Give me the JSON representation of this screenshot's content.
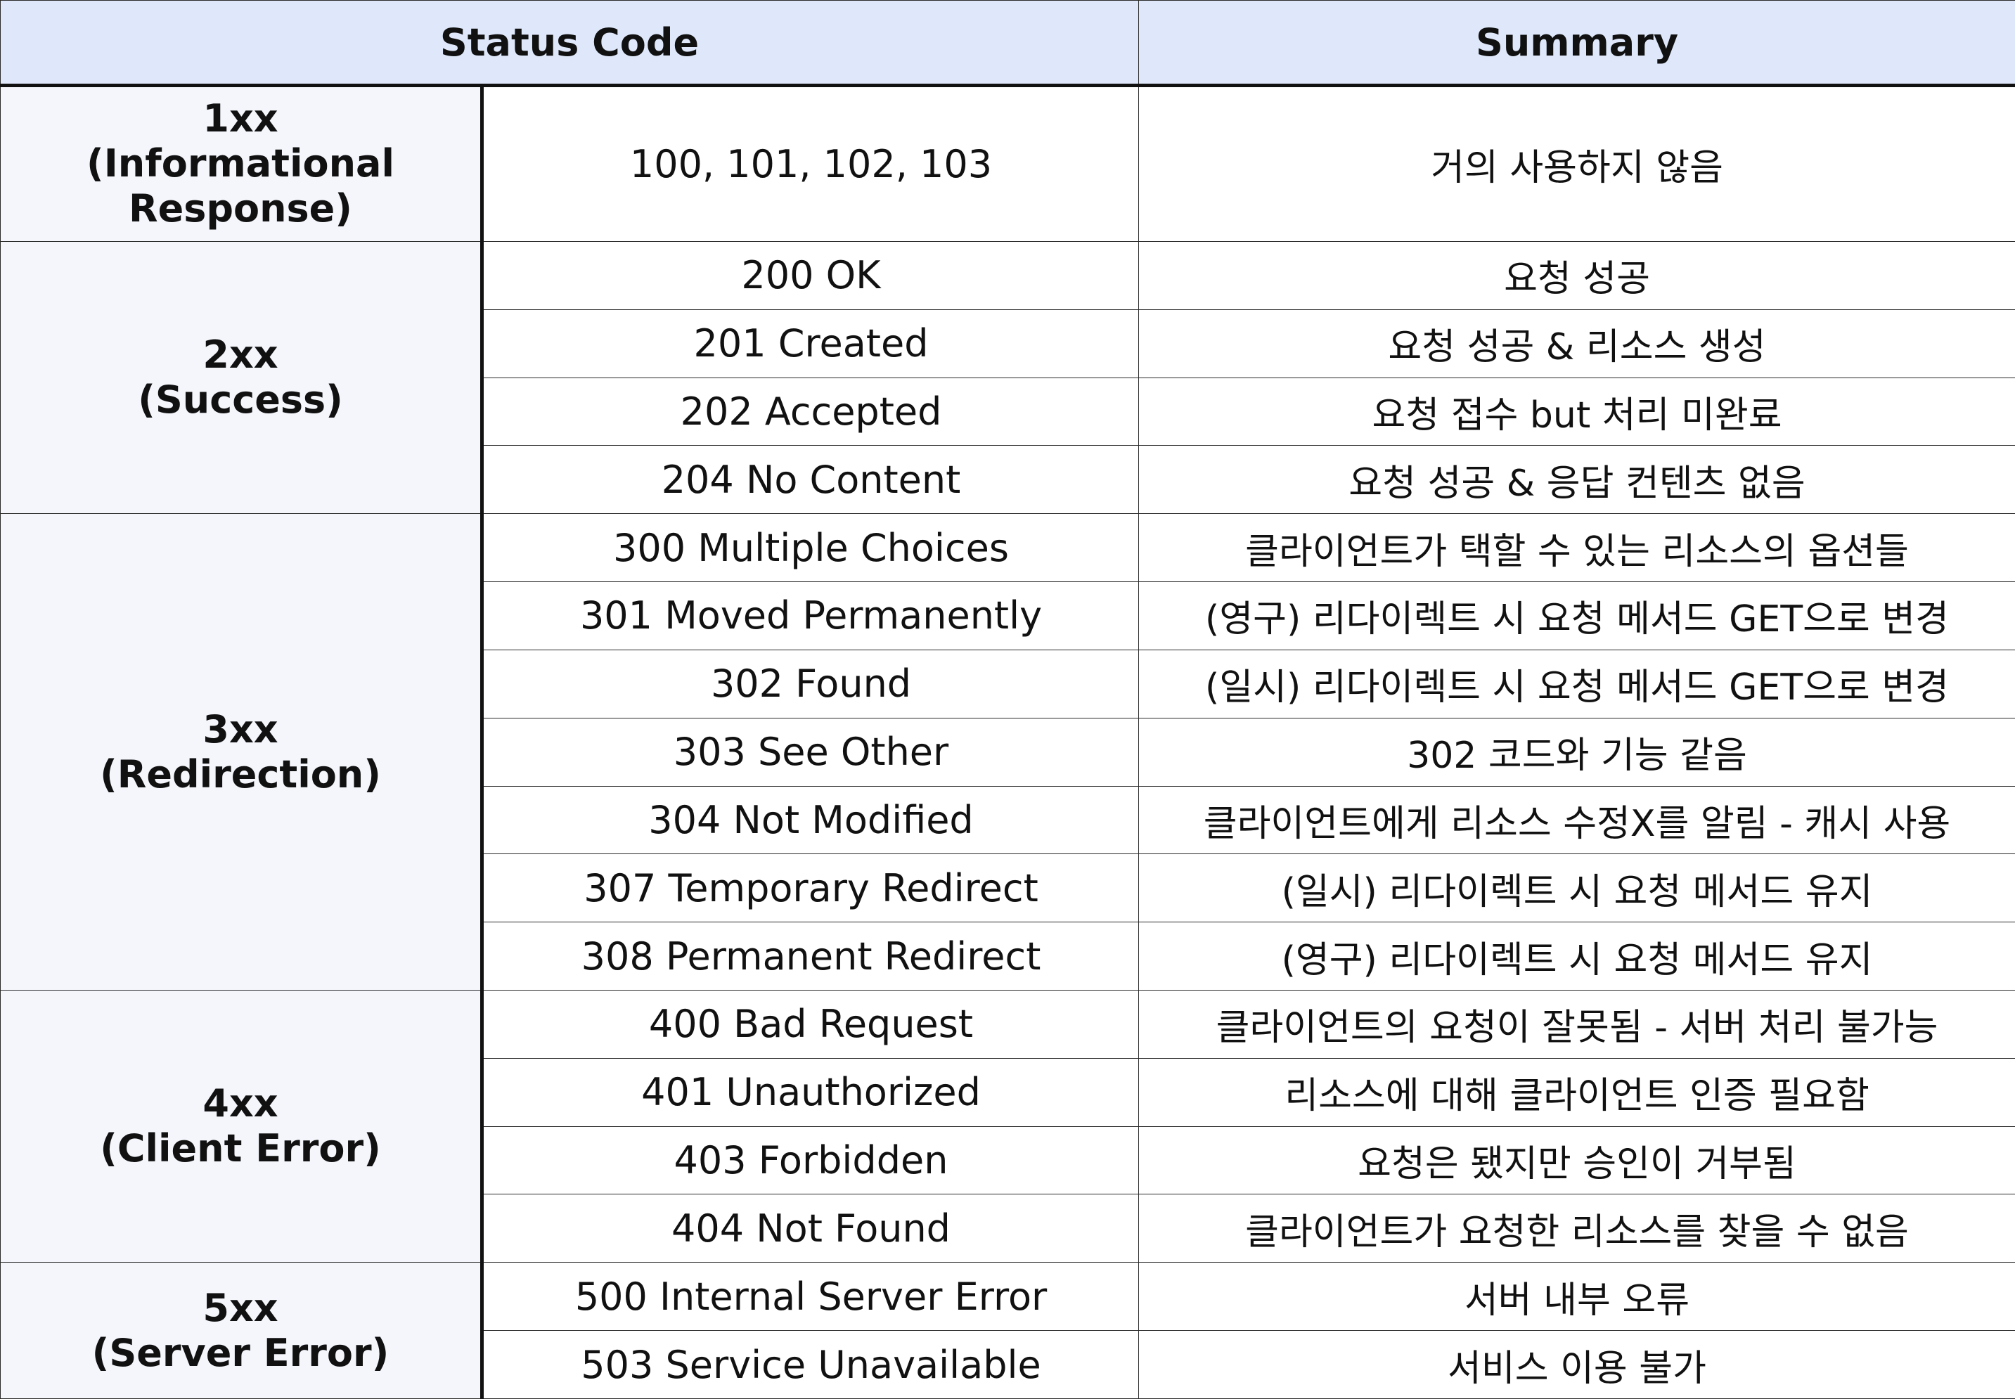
{
  "header": {
    "status_code": "Status Code",
    "summary": "Summary"
  },
  "groups": [
    {
      "code": "1xx",
      "name": "(Informational Response)",
      "rows": [
        {
          "code": "100, 101, 102, 103",
          "summary": "거의 사용하지 않음"
        }
      ]
    },
    {
      "code": "2xx",
      "name": "(Success)",
      "rows": [
        {
          "code": "200 OK",
          "summary": "요청 성공"
        },
        {
          "code": "201 Created",
          "summary": "요청 성공 & 리소스 생성"
        },
        {
          "code": "202 Accepted",
          "summary": "요청 접수 but 처리 미완료"
        },
        {
          "code": "204 No Content",
          "summary": "요청 성공 & 응답 컨텐츠 없음"
        }
      ]
    },
    {
      "code": "3xx",
      "name": "(Redirection)",
      "rows": [
        {
          "code": "300 Multiple Choices",
          "summary": "클라이언트가 택할 수 있는 리소스의 옵션들"
        },
        {
          "code": "301 Moved Permanently",
          "summary": "(영구) 리다이렉트 시 요청 메서드 GET으로 변경"
        },
        {
          "code": "302 Found",
          "summary": "(일시) 리다이렉트 시 요청 메서드 GET으로 변경"
        },
        {
          "code": "303 See Other",
          "summary": "302 코드와 기능 같음"
        },
        {
          "code": "304 Not Modified",
          "summary": "클라이언트에게 리소스 수정X를 알림 - 캐시 사용"
        },
        {
          "code": "307 Temporary Redirect",
          "summary": "(일시) 리다이렉트 시 요청 메서드 유지"
        },
        {
          "code": "308 Permanent Redirect",
          "summary": "(영구) 리다이렉트 시 요청 메서드 유지"
        }
      ]
    },
    {
      "code": "4xx",
      "name": "(Client Error)",
      "rows": [
        {
          "code": "400 Bad Request",
          "summary": "클라이언트의 요청이 잘못됨 - 서버 처리 불가능"
        },
        {
          "code": "401 Unauthorized",
          "summary": "리소스에 대해 클라이언트 인증 필요함"
        },
        {
          "code": "403 Forbidden",
          "summary": "요청은 됐지만 승인이 거부됨"
        },
        {
          "code": "404 Not Found",
          "summary": "클라이언트가 요청한 리소스를 찾을 수 없음"
        }
      ]
    },
    {
      "code": "5xx",
      "name": "(Server Error)",
      "rows": [
        {
          "code": "500 Internal Server Error",
          "summary": "서버 내부 오류"
        },
        {
          "code": "503 Service Unavailable",
          "summary": "서비스 이용 불가"
        }
      ]
    }
  ]
}
